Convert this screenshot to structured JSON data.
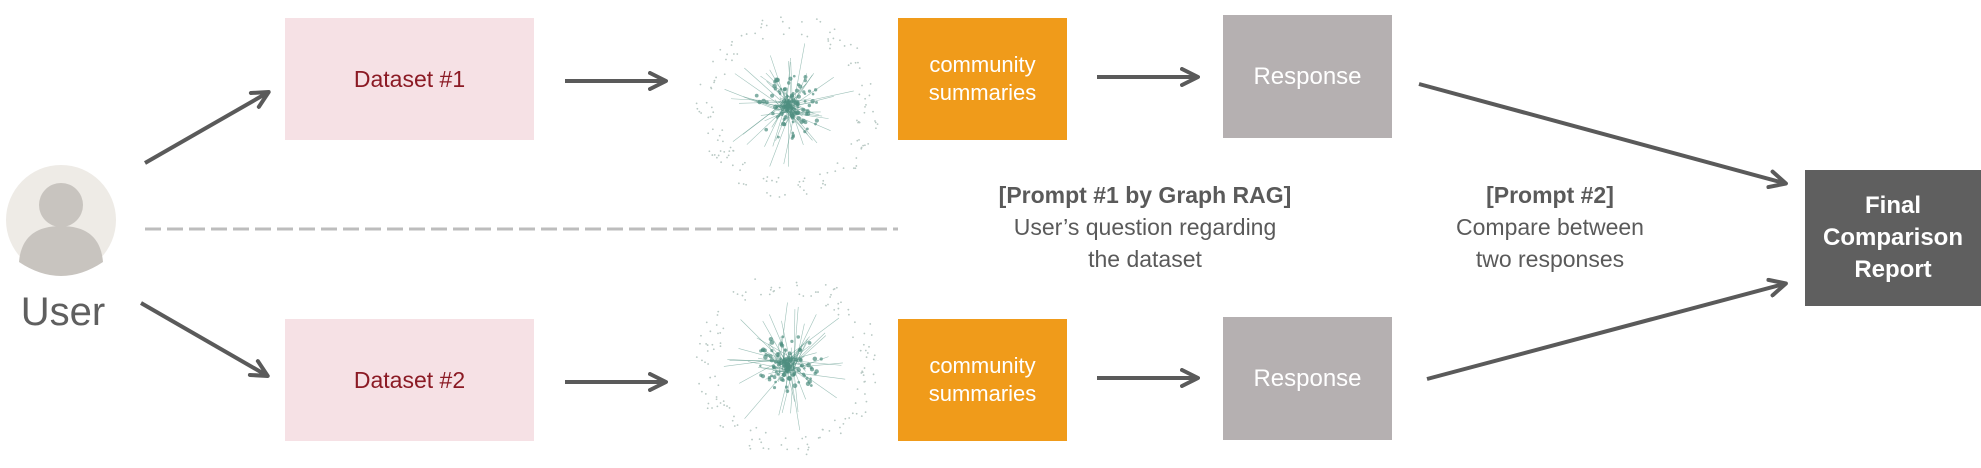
{
  "user": {
    "label": "User"
  },
  "datasets": [
    {
      "label": "Dataset #1"
    },
    {
      "label": "Dataset #2"
    }
  ],
  "community": [
    {
      "line1": "community",
      "line2": "summaries"
    },
    {
      "line1": "community",
      "line2": "summaries"
    }
  ],
  "responses": [
    {
      "label": "Response"
    },
    {
      "label": "Response"
    }
  ],
  "prompt1": {
    "title": "[Prompt #1 by Graph RAG]",
    "line1": "User’s question regarding",
    "line2": "the dataset"
  },
  "prompt2": {
    "title": "[Prompt #2]",
    "line1": "Compare between",
    "line2": "two responses"
  },
  "final": {
    "line1": "Final",
    "line2": "Comparison",
    "line3": "Report"
  },
  "colors": {
    "dataset_bg": "#f6e1e5",
    "dataset_text": "#8b1a24",
    "community_bg": "#f09b1a",
    "response_bg": "#b5b0b1",
    "final_bg": "#5f5f5f",
    "arrow": "#5a5a5a",
    "graph_nodes": "#4f8f80"
  }
}
